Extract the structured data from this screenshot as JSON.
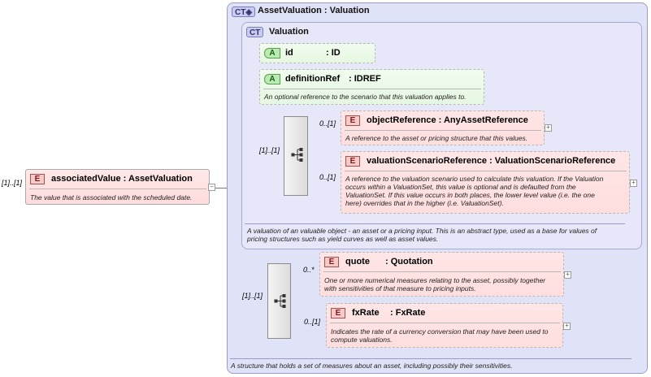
{
  "root": {
    "cardinality": "[1]..[1]",
    "badge": "E",
    "name": "associatedValue : AssetValuation",
    "description": "The value that is associated with the scheduled date.",
    "collapse": "−"
  },
  "outer_type": {
    "badge": "CT◈",
    "title": "AssetValuation : Valuation",
    "description": "A structure that holds a set of measures about an asset, including possibly their sensitivities."
  },
  "inner_type": {
    "badge": "CT",
    "title": "Valuation",
    "description_line1": "A valuation of an valuable object - an asset or a pricing input. This is an abstract type, used as a base for values of",
    "description_line2": "pricing structures such as yield curves as well as asset values."
  },
  "attributes": [
    {
      "badge": "A",
      "name": "id",
      "type": ": ID",
      "description": ""
    },
    {
      "badge": "A",
      "name": "definitionRef",
      "type": ": IDREF",
      "description": "An optional reference to the scenario that this valuation applies to."
    }
  ],
  "inner_sequence": {
    "cardinality": "[1]..[1]",
    "elements": [
      {
        "cardinality": "0..[1]",
        "badge": "E",
        "name": "objectReference : AnyAssetReference",
        "desc1": "A reference to the asset or pricing structure that this values.",
        "expand": "+"
      },
      {
        "cardinality": "0..[1]",
        "badge": "E",
        "name": "valuationScenarioReference : ValuationScenarioReference",
        "desc1": "A reference to the valuation scenario used to calculate this valuation. If the Valuation",
        "desc2": "occurs within a ValuationSet, this value is optional and is defaulted from the",
        "desc3": "ValuationSet. If this value occurs in both places, the lower level value (i.e. the one",
        "desc4": "here) overrides that in the higher (i.e. ValuationSet).",
        "expand": "+"
      }
    ]
  },
  "outer_sequence": {
    "cardinality": "[1]..[1]",
    "elements": [
      {
        "cardinality": "0..*",
        "badge": "E",
        "name": "quote",
        "type": ": Quotation",
        "desc1": "One or more numerical measures relating to the asset, possibly together",
        "desc2": "with sensitivities of that measure to pricing inputs.",
        "expand": "+"
      },
      {
        "cardinality": "0..[1]",
        "badge": "E",
        "name": "fxRate",
        "type": ": FxRate",
        "desc1": "Indicates the rate of a currency conversion that may have been used to",
        "desc2": "compute valuations.",
        "expand": "+"
      }
    ]
  }
}
